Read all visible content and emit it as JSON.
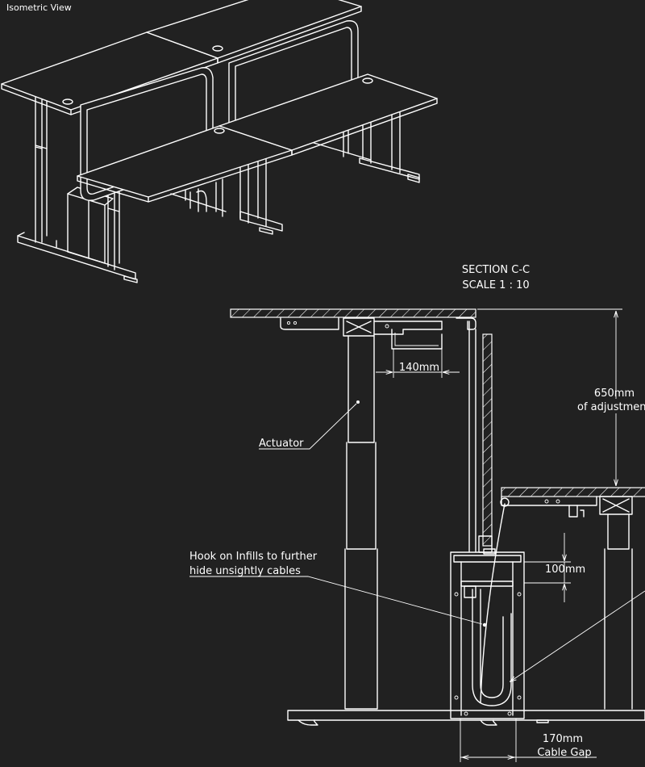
{
  "view_title": "Isometric View",
  "section": {
    "title": "SECTION C-C",
    "scale": "SCALE 1 : 10"
  },
  "dimensions": {
    "bracket_width": "140mm",
    "adjustment_value": "650mm",
    "adjustment_label": "of adjustment",
    "infill_offset": "100mm",
    "cable_gap_value": "170mm",
    "cable_gap_label": "Cable Gap"
  },
  "callouts": {
    "actuator": "Actuator",
    "hook_line1": "Hook on Infills to further",
    "hook_line2": "hide unsightly cables"
  }
}
